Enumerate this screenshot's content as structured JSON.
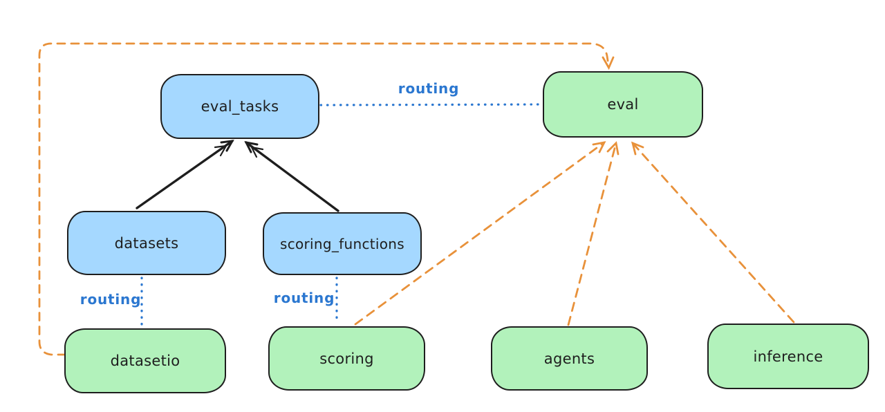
{
  "diagram": {
    "background": "#ffffff",
    "colors": {
      "node_border": "#1e1e1e",
      "blue_node_fill": "#a5d8ff",
      "green_node_fill": "#b2f2bb",
      "routing_blue": "#2b77d0",
      "provider_orange": "#e8913a",
      "solid_arrow_black": "#1e1e1e"
    },
    "nodes": [
      {
        "id": "eval_tasks",
        "label": "eval_tasks",
        "fill": "blue"
      },
      {
        "id": "eval",
        "label": "eval",
        "fill": "green"
      },
      {
        "id": "datasets",
        "label": "datasets",
        "fill": "blue"
      },
      {
        "id": "scoring_functions",
        "label": "scoring_functions",
        "fill": "blue"
      },
      {
        "id": "datasetio",
        "label": "datasetio",
        "fill": "green"
      },
      {
        "id": "scoring",
        "label": "scoring",
        "fill": "green"
      },
      {
        "id": "agents",
        "label": "agents",
        "fill": "green"
      },
      {
        "id": "inference",
        "label": "inference",
        "fill": "green"
      }
    ],
    "edges": [
      {
        "from": "datasets",
        "to": "eval_tasks",
        "style": "solid",
        "color": "black",
        "label": ""
      },
      {
        "from": "scoring_functions",
        "to": "eval_tasks",
        "style": "solid",
        "color": "black",
        "label": ""
      },
      {
        "from": "eval_tasks",
        "to": "eval",
        "style": "dotted",
        "color": "blue",
        "label": "routing"
      },
      {
        "from": "datasets",
        "to": "datasetio",
        "style": "dotted",
        "color": "blue",
        "label": "routing"
      },
      {
        "from": "scoring_functions",
        "to": "scoring",
        "style": "dotted",
        "color": "blue",
        "label": "routing"
      },
      {
        "from": "datasetio",
        "to": "eval",
        "style": "dashed",
        "color": "orange",
        "label": ""
      },
      {
        "from": "scoring",
        "to": "eval",
        "style": "dashed",
        "color": "orange",
        "label": ""
      },
      {
        "from": "agents",
        "to": "eval",
        "style": "dashed",
        "color": "orange",
        "label": ""
      },
      {
        "from": "inference",
        "to": "eval",
        "style": "dashed",
        "color": "orange",
        "label": ""
      }
    ]
  }
}
